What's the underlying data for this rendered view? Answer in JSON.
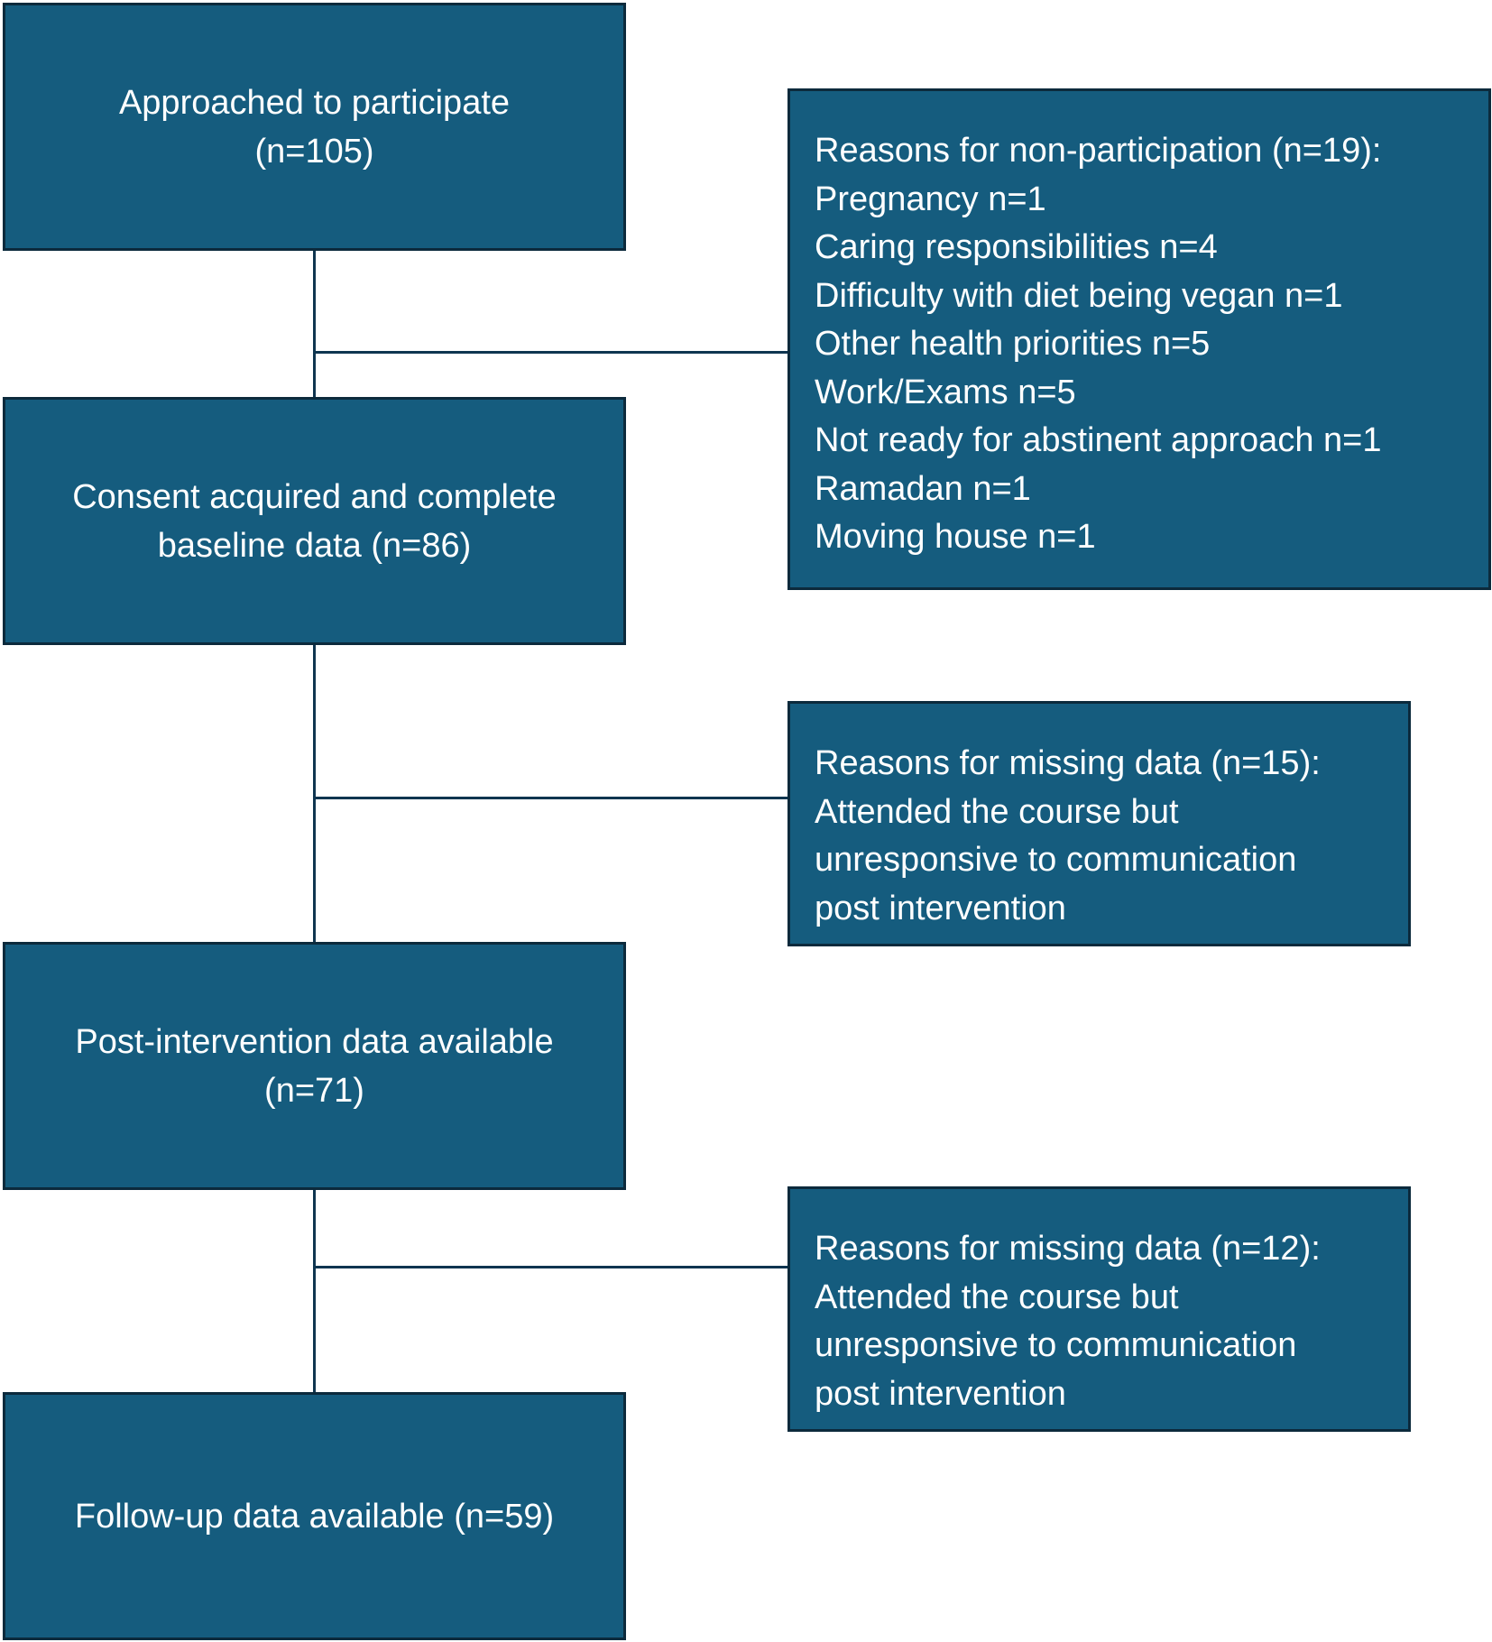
{
  "flow": {
    "approached": {
      "lines": [
        "Approached to participate",
        "(n=105)"
      ]
    },
    "consent": {
      "lines": [
        "Consent acquired and complete",
        "baseline data (n=86)"
      ]
    },
    "post_intervention": {
      "lines": [
        "Post-intervention data available",
        "(n=71)"
      ]
    },
    "follow_up": {
      "lines": [
        "Follow-up data available (n=59)"
      ]
    }
  },
  "exclusions": {
    "non_participation": {
      "lines": [
        "Reasons for non-participation (n=19):",
        "Pregnancy n=1",
        "Caring responsibilities n=4",
        "Difficulty with diet being vegan n=1",
        "Other health priorities n=5",
        "Work/Exams n=5",
        "Not ready for abstinent approach n=1",
        "Ramadan n=1",
        "Moving house n=1"
      ]
    },
    "missing_post": {
      "lines": [
        "Reasons for missing data (n=15):",
        "Attended the course but",
        "unresponsive to communication",
        "post intervention"
      ]
    },
    "missing_followup": {
      "lines": [
        "Reasons for missing data (n=12):",
        "Attended the course but",
        "unresponsive to communication",
        "post intervention"
      ]
    }
  },
  "colors": {
    "box_fill": "#155c7e",
    "box_border": "#0c2a3c",
    "text": "#ffffff",
    "connector": "#0f3550"
  }
}
